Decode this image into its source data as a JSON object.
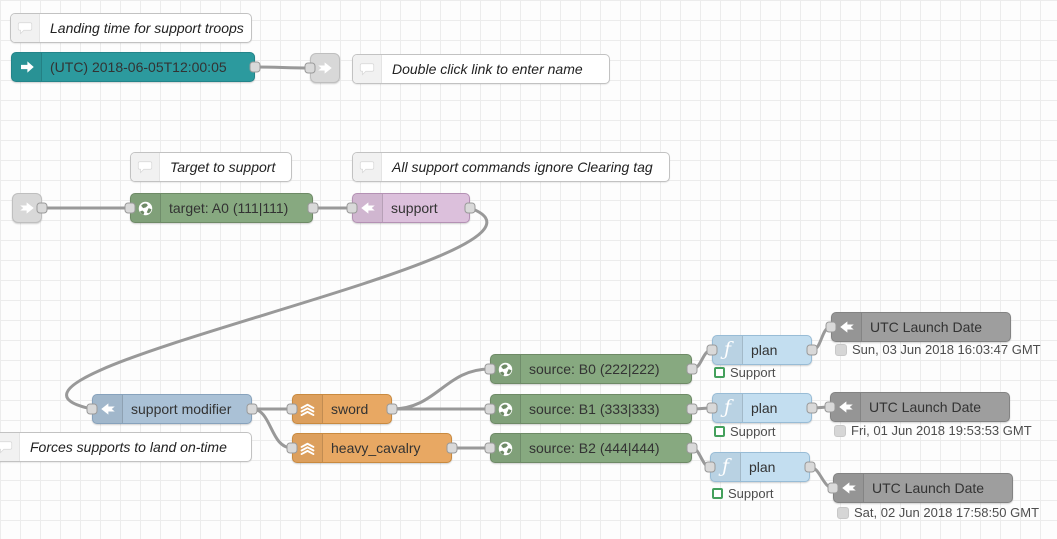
{
  "palette": {
    "inject_teal": "#2C9A9E",
    "node_green": "#87A980",
    "node_purple": "#DCC0DC",
    "node_bluegray": "#AAC1D6",
    "node_orange": "#E8A863",
    "node_lightblue": "#C3DEF0",
    "node_gray": "#9E9E9E",
    "link_node_gray": "#D8D8D8",
    "wire_gray": "#999999",
    "status_green": "#44A05C",
    "status_gray": "#D6D6D6",
    "grid_line": "#ECECEC"
  },
  "comments": {
    "landing_time": {
      "label": "Landing time for support troops",
      "icon": "comment-bubble-icon"
    },
    "double_click": {
      "label": "Double click link to enter name",
      "icon": "comment-bubble-icon"
    },
    "target_to_support": {
      "label": "Target to support",
      "icon": "comment-bubble-icon"
    },
    "all_support": {
      "label": "All support commands ignore Clearing tag",
      "icon": "comment-bubble-icon"
    },
    "forces_supports": {
      "label": "Forces supports to land on-time",
      "icon": "comment-bubble-icon"
    }
  },
  "nodes": {
    "inject": {
      "label": "(UTC) 2018-06-05T12:00:05",
      "icon": "inject-arrow-icon"
    },
    "link_out": {
      "icon": "link-arrow-icon"
    },
    "link_in": {
      "icon": "link-arrow-icon"
    },
    "target": {
      "label": "target: A0 (111|111)",
      "icon": "globe-icon"
    },
    "support": {
      "label": "support",
      "icon": "change-arrow-icon"
    },
    "support_modifier": {
      "label": "support modifier",
      "icon": "change-arrow-icon"
    },
    "sword": {
      "label": "sword",
      "icon": "chevrons-icon"
    },
    "heavy_cavalry": {
      "label": "heavy_cavalry",
      "icon": "chevrons-icon"
    },
    "source_b0": {
      "label": "source: B0 (222|222)",
      "icon": "globe-icon"
    },
    "source_b1": {
      "label": "source: B1 (333|333)",
      "icon": "globe-icon"
    },
    "source_b2": {
      "label": "source: B2 (444|444)",
      "icon": "globe-icon"
    },
    "plan_1": {
      "label": "plan",
      "icon": "function-icon",
      "status": "Support"
    },
    "plan_2": {
      "label": "plan",
      "icon": "function-icon",
      "status": "Support"
    },
    "plan_3": {
      "label": "plan",
      "icon": "function-icon",
      "status": "Support"
    },
    "utc_1": {
      "label": "UTC Launch Date",
      "icon": "change-arrow-icon",
      "status": "Sun, 03 Jun 2018 16:03:47 GMT"
    },
    "utc_2": {
      "label": "UTC Launch Date",
      "icon": "change-arrow-icon",
      "status": "Fri, 01 Jun 2018 19:53:53 GMT"
    },
    "utc_3": {
      "label": "UTC Launch Date",
      "icon": "change-arrow-icon",
      "status": "Sat, 02 Jun 2018 17:58:50 GMT"
    }
  }
}
